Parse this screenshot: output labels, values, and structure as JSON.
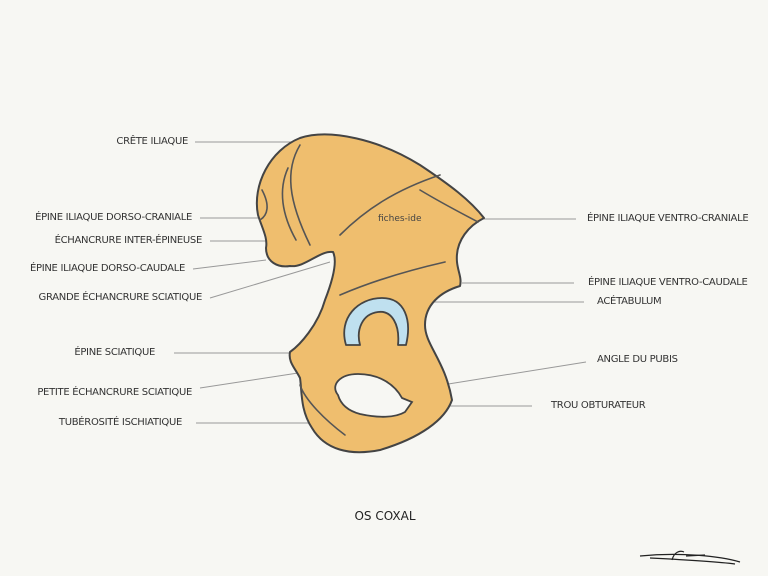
{
  "title": "OS COXAL",
  "watermark": "fiches-ide",
  "colors": {
    "bone": "#efbe6e",
    "cartilage": "#bfe0ef",
    "outline": "#444444",
    "background": "#f7f7f3"
  },
  "labels_left": [
    "CRÊTE ILIAQUE",
    "ÉPINE ILIAQUE DORSO-CRANIALE",
    "ÉCHANCRURE INTER-ÉPINEUSE",
    "ÉPINE ILIAQUE DORSO-CAUDALE",
    "GRANDE ÉCHANCRURE SCIATIQUE",
    "ÉPINE SCIATIQUE",
    "PETITE ÉCHANCRURE SCIATIQUE",
    "TUBÉROSITÉ ISCHIATIQUE"
  ],
  "labels_right": [
    "ÉPINE ILIAQUE VENTRO-CRANIALE",
    "ÉPINE ILIAQUE VENTRO-CAUDALE",
    "ACÉTABULUM",
    "ANGLE DU PUBIS",
    "TROU OBTURATEUR"
  ]
}
